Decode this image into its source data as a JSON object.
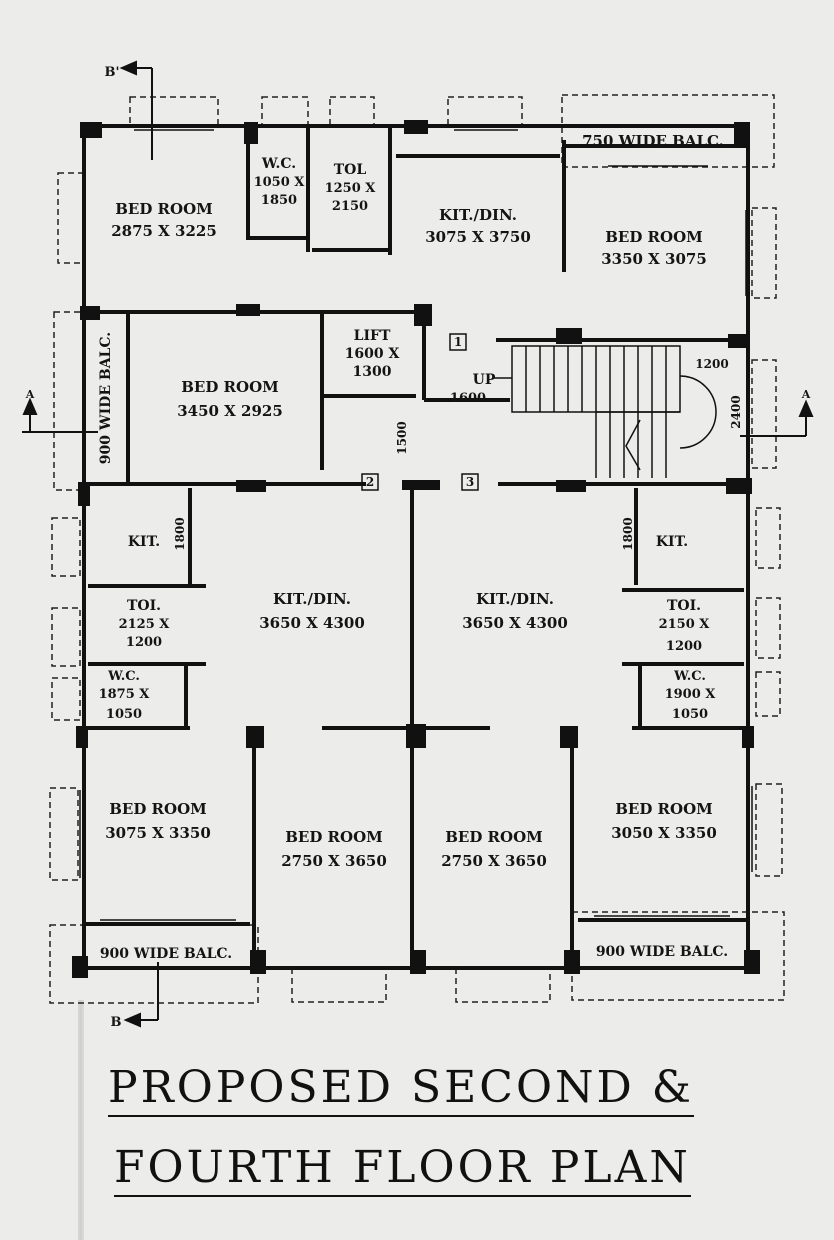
{
  "title": {
    "line1": "PROPOSED SECOND &",
    "line2": "FOURTH FLOOR PLAN"
  },
  "section_marks": {
    "b_prime": "B'",
    "b": "B",
    "a_left": "A",
    "a_right": "A"
  },
  "rooms": {
    "bed_nw": {
      "name": "BED ROOM",
      "size": "2875 X 3225"
    },
    "wc_top_name": "W.C.",
    "wc_top_s1": "1050 X",
    "wc_top_s2": "1850",
    "tol_top_name": "TOL",
    "tol_top_s1": "1250 X",
    "tol_top_s2": "2150",
    "kit_top": {
      "name": "KIT./DIN.",
      "size": "3075 X 3750"
    },
    "balc_ne": "750 WIDE BALC.",
    "bed_ne": {
      "name": "BED ROOM",
      "size": "3350 X 3075"
    },
    "lift_name": "LIFT",
    "lift_s1": "1600 X",
    "lift_s2": "1300",
    "balc_w": "900 WIDE BALC.",
    "bed_w": {
      "name": "BED ROOM",
      "size": "3450 X 2925"
    },
    "up": "UP",
    "dim_1600": "1600",
    "dim_1500": "1500",
    "dim_1200": "1200",
    "dim_2400": "2400",
    "tag_1": "1",
    "tag_2": "2",
    "tag_3": "3",
    "kit_l": "KIT.",
    "dim_1800_l": "1800",
    "kit_r": "KIT.",
    "dim_1800_r": "1800",
    "kitdin_l": {
      "name": "KIT./DIN.",
      "size": "3650 X 4300"
    },
    "kitdin_r": {
      "name": "KIT./DIN.",
      "size": "3650 X 4300"
    },
    "tol_l_name": "TOI.",
    "tol_l_s1": "2125 X",
    "tol_l_s2": "1200",
    "tol_r_name": "TOI.",
    "tol_r_s1": "2150 X",
    "tol_r_s2": "1200",
    "wc_l_name": "W.C.",
    "wc_l_s1": "1875 X",
    "wc_l_s2": "1050",
    "wc_r_name": "W.C.",
    "wc_r_s1": "1900 X",
    "wc_r_s2": "1050",
    "bed_sw": {
      "name": "BED ROOM",
      "size": "3075 X 3350"
    },
    "bed_sm1": {
      "name": "BED ROOM",
      "size": "2750 X 3650"
    },
    "bed_sm2": {
      "name": "BED ROOM",
      "size": "2750 X 3650"
    },
    "bed_se": {
      "name": "BED ROOM",
      "size": "3050 X 3350"
    },
    "balc_sw": "900 WIDE BALC.",
    "balc_se": "900 WIDE BALC."
  }
}
